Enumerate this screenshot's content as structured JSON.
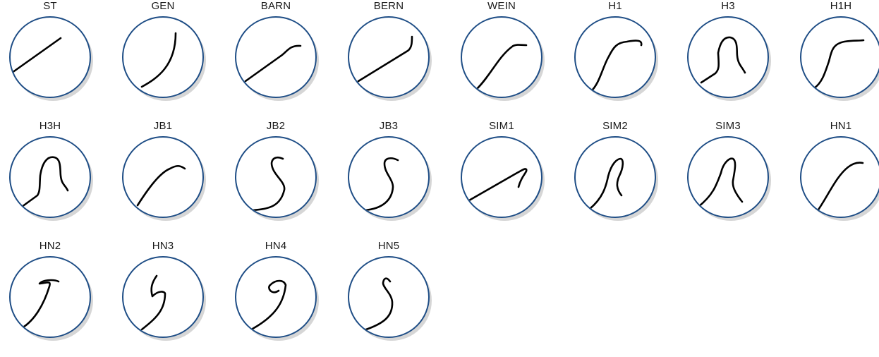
{
  "colors": {
    "circle_stroke": "#1f4e86",
    "curve": "#000000",
    "label": "#1a1a1a"
  },
  "tips": [
    {
      "label": "ST",
      "shape": "straight"
    },
    {
      "label": "GEN",
      "shape": "gentle-curve"
    },
    {
      "label": "BARN",
      "shape": "straight-hook"
    },
    {
      "label": "BERN",
      "shape": "straight-angled-hook"
    },
    {
      "label": "WEIN",
      "shape": "s-bend"
    },
    {
      "label": "H1",
      "shape": "s-bend-long"
    },
    {
      "label": "H3",
      "shape": "omega-hook"
    },
    {
      "label": "H1H",
      "shape": "s-bend-long-hook"
    },
    {
      "label": "H3H",
      "shape": "omega-hook-tall"
    },
    {
      "label": "JB1",
      "shape": "arc-hook"
    },
    {
      "label": "JB2",
      "shape": "reverse-s"
    },
    {
      "label": "JB3",
      "shape": "reverse-s-tall"
    },
    {
      "label": "SIM1",
      "shape": "straight-recurve"
    },
    {
      "label": "SIM2",
      "shape": "simmons-narrow"
    },
    {
      "label": "SIM3",
      "shape": "simmons-wide"
    },
    {
      "label": "HN1",
      "shape": "arc-up"
    },
    {
      "label": "HN2",
      "shape": "hook-c"
    },
    {
      "label": "HN3",
      "shape": "hook-loop"
    },
    {
      "label": "HN4",
      "shape": "hook-curl"
    },
    {
      "label": "HN5",
      "shape": "hook-curl-open"
    }
  ]
}
